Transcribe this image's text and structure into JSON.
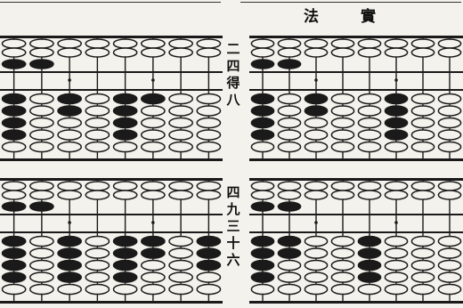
{
  "heading": {
    "left": "法",
    "right": "實"
  },
  "captions": {
    "top": [
      "二",
      "四",
      "得",
      "八"
    ],
    "bottom": [
      "四",
      "九",
      "三",
      "十",
      "六"
    ]
  },
  "abacus_rods": 8,
  "abacus_boards": [
    {
      "name": "abacus-top-left",
      "upper_black": [
        0,
        1
      ],
      "lower_black": [
        [
          0,
          0
        ],
        [
          0,
          1
        ],
        [
          0,
          2
        ],
        [
          0,
          3
        ],
        [
          2,
          0
        ],
        [
          2,
          1
        ],
        [
          4,
          0
        ],
        [
          4,
          1
        ],
        [
          4,
          2
        ],
        [
          4,
          3
        ],
        [
          5,
          0
        ]
      ]
    },
    {
      "name": "abacus-top-right",
      "upper_black": [
        0,
        1
      ],
      "lower_black": [
        [
          0,
          0
        ],
        [
          0,
          1
        ],
        [
          0,
          2
        ],
        [
          0,
          3
        ],
        [
          2,
          0
        ],
        [
          2,
          1
        ],
        [
          5,
          0
        ],
        [
          5,
          1
        ],
        [
          5,
          2
        ],
        [
          5,
          3
        ]
      ]
    },
    {
      "name": "abacus-bottom-left",
      "upper_black": [
        0,
        1
      ],
      "lower_black": [
        [
          0,
          0
        ],
        [
          0,
          1
        ],
        [
          0,
          2
        ],
        [
          0,
          3
        ],
        [
          2,
          0
        ],
        [
          2,
          1
        ],
        [
          2,
          2
        ],
        [
          2,
          3
        ],
        [
          4,
          0
        ],
        [
          4,
          1
        ],
        [
          4,
          2
        ],
        [
          4,
          3
        ],
        [
          5,
          0
        ],
        [
          5,
          1
        ],
        [
          7,
          0
        ],
        [
          7,
          1
        ],
        [
          7,
          2
        ]
      ]
    },
    {
      "name": "abacus-bottom-right",
      "upper_black": [
        0,
        1
      ],
      "lower_black": [
        [
          0,
          0
        ],
        [
          0,
          1
        ],
        [
          0,
          2
        ],
        [
          0,
          3
        ],
        [
          1,
          0
        ],
        [
          1,
          1
        ],
        [
          4,
          0
        ],
        [
          4,
          1
        ],
        [
          4,
          2
        ],
        [
          4,
          3
        ]
      ]
    }
  ]
}
